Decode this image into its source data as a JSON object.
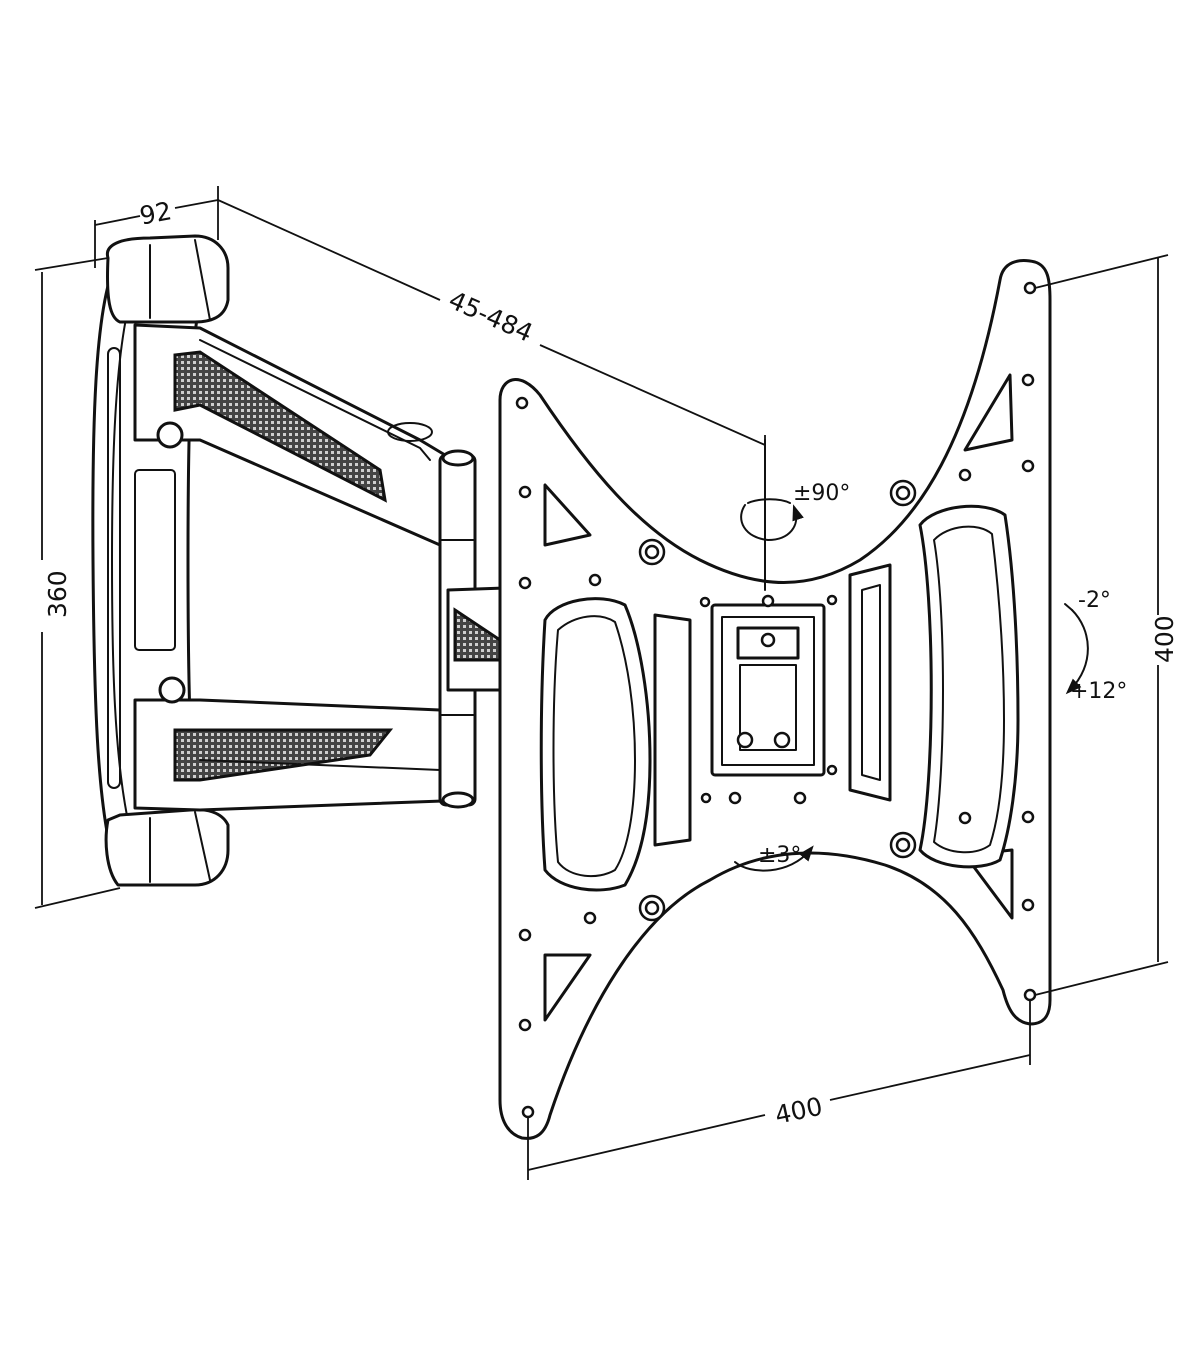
{
  "dimensions": {
    "depth": "92",
    "extension": "45-484",
    "wall_plate_height": "360",
    "vesa_height": "400",
    "vesa_width": "400"
  },
  "adjustments": {
    "swivel": "±90°",
    "tilt_up": "-2°",
    "tilt_down": "+12°",
    "rotation": "±3°"
  }
}
